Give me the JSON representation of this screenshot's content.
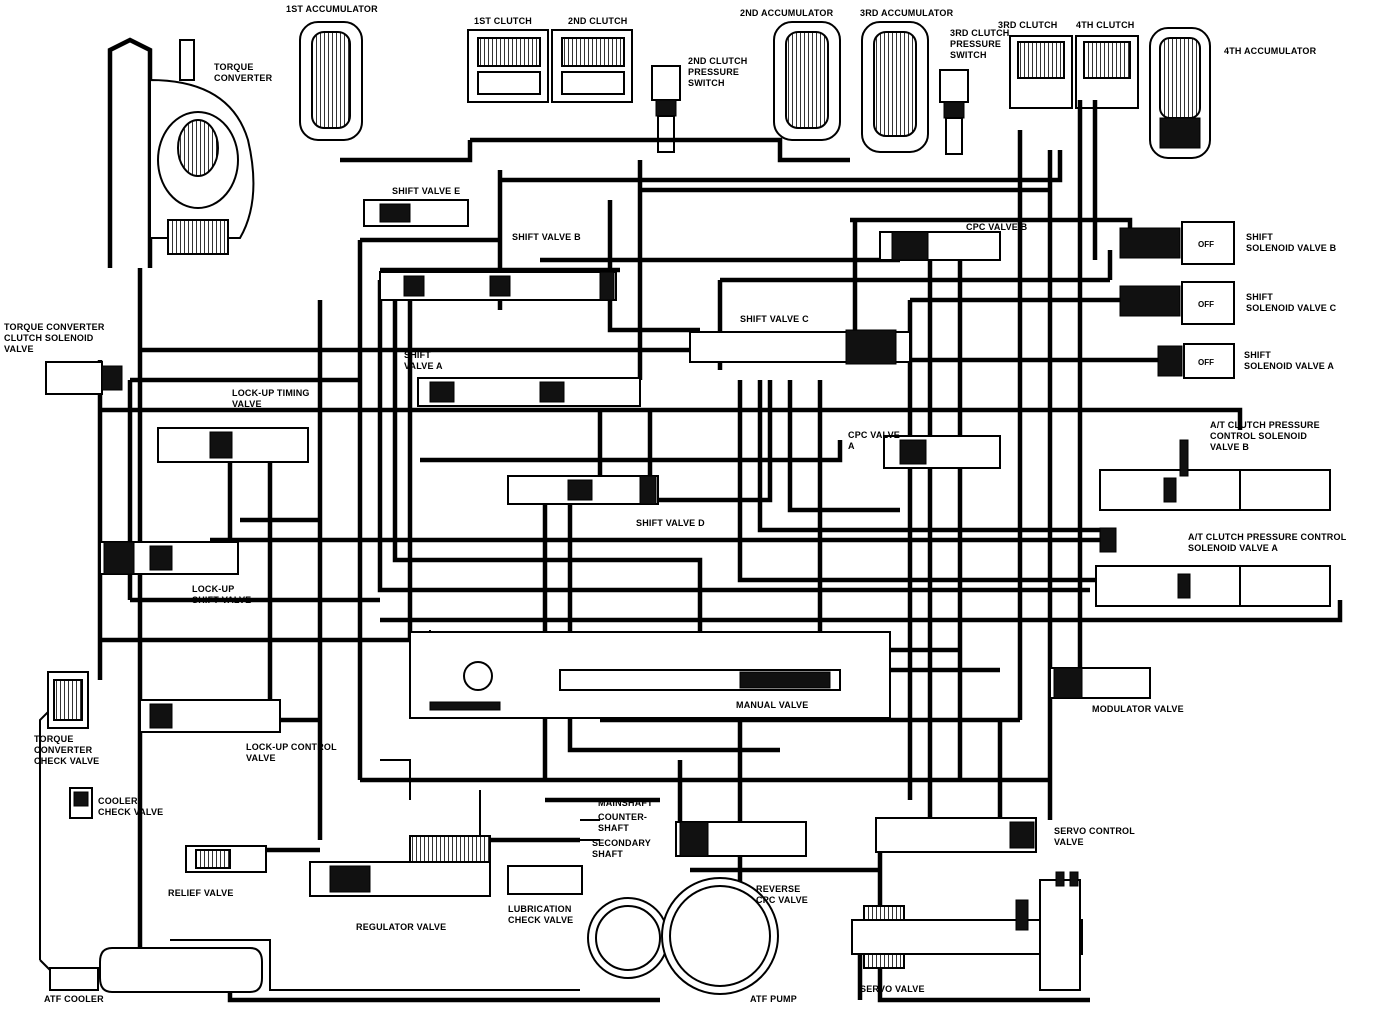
{
  "labels": {
    "acc1": "1ST ACCUMULATOR",
    "clutch1": "1ST CLUTCH",
    "clutch2": "2ND CLUTCH",
    "clutch2_switch": "2ND CLUTCH\nPRESSURE\nSWITCH",
    "acc2": "2ND ACCUMULATOR",
    "acc3": "3RD ACCUMULATOR",
    "clutch3_switch": "3RD CLUTCH\nPRESSURE\nSWITCH",
    "clutch3": "3RD CLUTCH",
    "clutch4": "4TH CLUTCH",
    "acc4": "4TH ACCUMULATOR",
    "torque_converter": "TORQUE\nCONVERTER",
    "shift_valve_e": "SHIFT VALVE E",
    "shift_valve_b": "SHIFT VALVE B",
    "cpc_valve_b": "CPC VALVE B",
    "shift_sol_b": "SHIFT\nSOLENOID VALVE B",
    "shift_sol_c": "SHIFT\nSOLENOID VALVE C",
    "shift_sol_a": "SHIFT\nSOLENOID VALVE A",
    "shift_valve_c": "SHIFT VALVE C",
    "tcc_solenoid": "TORQUE CONVERTER\nCLUTCH SOLENOID\nVALVE",
    "shift_valve_a": "SHIFT\nVALVE A",
    "lockup_timing": "LOCK-UP TIMING\nVALVE",
    "at_cpc_sol_b": "A/T CLUTCH PRESSURE\nCONTROL SOLENOID\nVALVE B",
    "cpc_valve_a": "CPC VALVE\nA",
    "shift_valve_d": "SHIFT VALVE D",
    "at_cpc_sol_a": "A/T CLUTCH PRESSURE CONTROL\nSOLENOID VALVE A",
    "lockup_shift": "LOCK-UP\nSHIFT VALVE",
    "manual_valve": "MANUAL VALVE",
    "modulator_valve": "MODULATOR VALVE",
    "tc_check": "TORQUE\nCONVERTER\nCHECK VALVE",
    "lockup_control": "LOCK-UP CONTROL\nVALVE",
    "cooler_check": "COOLER\nCHECK VALVE",
    "mainshaft": "MAINSHAFT",
    "countershaft": "COUNTER-\nSHAFT",
    "secondary_shaft": "SECONDARY\nSHAFT",
    "servo_control": "SERVO CONTROL\nVALVE",
    "relief_valve": "RELIEF VALVE",
    "reverse_cpc": "REVERSE\nCPC VALVE",
    "regulator_valve": "REGULATOR VALVE",
    "lubrication_check": "LUBRICATION\nCHECK VALVE",
    "atf_cooler": "ATF COOLER",
    "atf_pump": "ATF PUMP",
    "servo_valve": "SERVO VALVE"
  },
  "solenoid_state": "OFF"
}
